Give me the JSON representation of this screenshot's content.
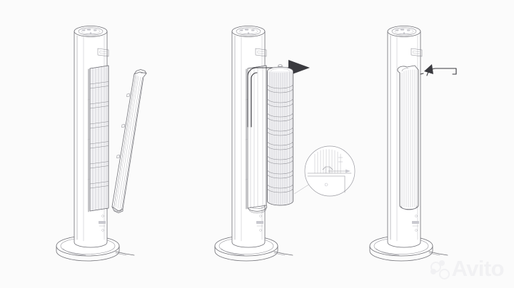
{
  "illustration": {
    "title": "Tower fan filter replacement — 3 step line diagram",
    "subject": "tower-fan",
    "background_color": "#fbfbfb",
    "line_color": "#6e6e74",
    "accent_dark": "#3a3a3f",
    "step_count": 3
  },
  "steps": [
    {
      "index": "1",
      "name": "open-grille-door",
      "caption": "",
      "description": "Tower fan with rear grille door removed and leaning to the right, exposing the internal cylindrical filter."
    },
    {
      "index": "2",
      "name": "extract-filter",
      "caption": "",
      "description": "Cylindrical pleated filter pulled out of the tower body, indicated by a curved arrow pointing right. A magnified detail circle shows the filter seat.",
      "arrow": "curved-right-arrow",
      "detail_label": ""
    },
    {
      "index": "3",
      "name": "close-grille-door",
      "caption": "",
      "description": "Tower fan fully reassembled with the grille door closed, indicated by a curved arrow rotating up and to the left.",
      "arrow": "curved-up-left-arrow"
    }
  ],
  "fan_parts": {
    "control_panel": "top-control-panel",
    "grille_door": "grille-door",
    "filter": "cylindrical-filter",
    "base": "round-base",
    "power_cord": "power-cord",
    "display": "front-display",
    "latch": "door-latch"
  },
  "watermark": {
    "text": "Avito",
    "color": "#f1f1f3",
    "mark": "four-circles-logo"
  }
}
